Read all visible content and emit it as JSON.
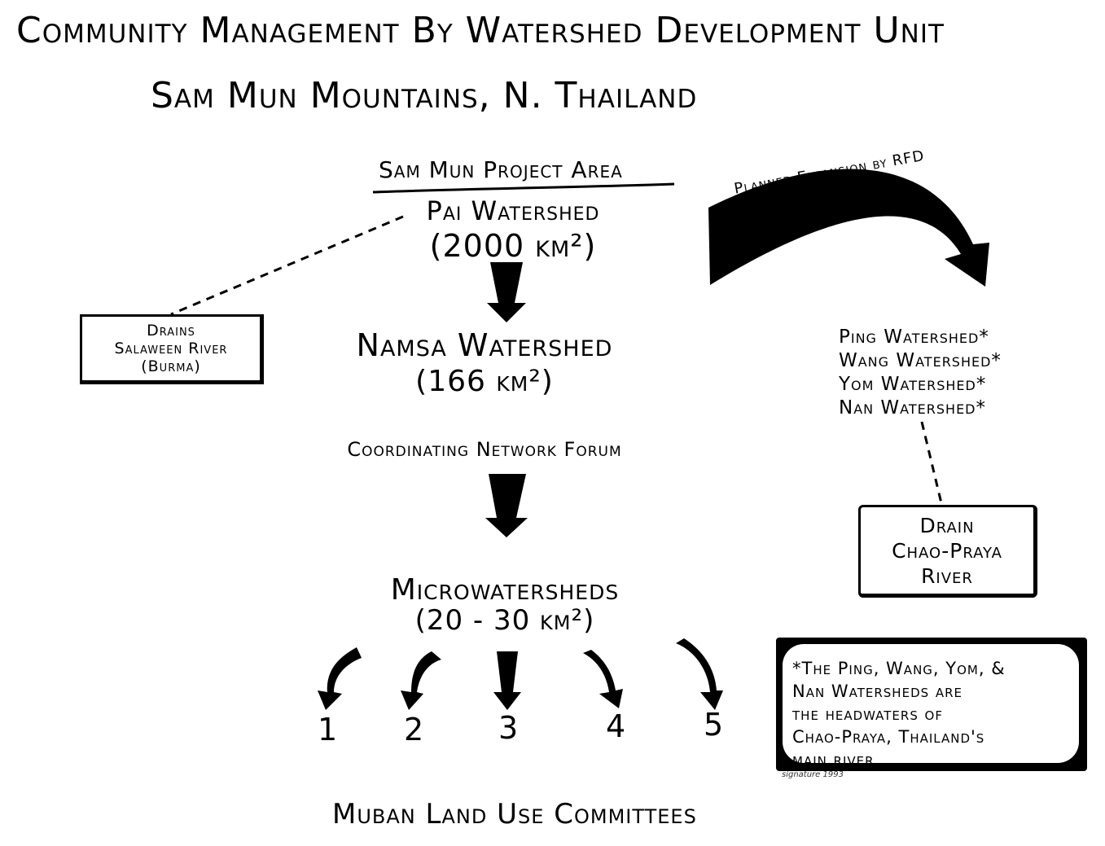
{
  "title": {
    "line1": "Community Management By Watershed Development Unit",
    "line2": "Sam  Mun  Mountains,  N. Thailand"
  },
  "project_area_label": "Sam Mun Project Area",
  "pai": {
    "name": "Pai Watershed",
    "area": "(2000 km²)"
  },
  "drains_salaween": {
    "line1": "Drains",
    "line2": "Salaween River",
    "line3": "(Burma)"
  },
  "namsa": {
    "name": "Namsa Watershed",
    "area": "(166 km²)"
  },
  "forum": "Coordinating Network Forum",
  "micro": {
    "name": "Microwatersheds",
    "area": "(20 - 30 km²)"
  },
  "numbers": [
    "1",
    "2",
    "3",
    "4",
    "5"
  ],
  "muban": "Muban  Land Use Committees",
  "expansion_label": "Planned Expansion by RFD",
  "watersheds_right": [
    "Ping Watershed*",
    "Wang Watershed*",
    "Yom Watershed*",
    "Nan Watershed*"
  ],
  "drain_chao": {
    "line1": "Drain",
    "line2": "Chao-Praya",
    "line3": "River"
  },
  "footnote": [
    "*The Ping, Wang, Yom, &",
    "Nan Watersheds are",
    "the headwaters of",
    "Chao-Praya, Thailand's",
    "main river."
  ],
  "signature": "signature 1993"
}
